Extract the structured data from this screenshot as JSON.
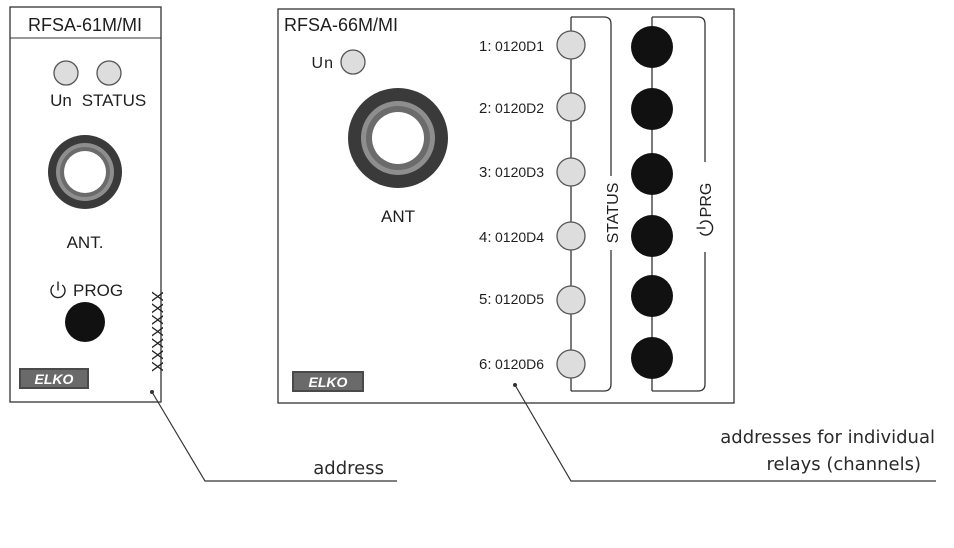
{
  "left_module": {
    "title": "RFSA-61M/MI",
    "led_un_label": "Un",
    "led_status_label": "STATUS",
    "antenna_label": "ANT.",
    "prog_label": "PROG",
    "power_icon": "power-icon",
    "address_code": "XXXXXXX",
    "brand": "ELKO"
  },
  "right_module": {
    "title": "RFSA-66M/MI",
    "led_un_label": "Un",
    "antenna_label": "ANT",
    "status_label": "STATUS",
    "prog_label": "PRG",
    "power_icon": "power-icon",
    "brand": "ELKO",
    "channels": [
      {
        "num": "1:",
        "address": "0120D1"
      },
      {
        "num": "2:",
        "address": "0120D2"
      },
      {
        "num": "3:",
        "address": "0120D3"
      },
      {
        "num": "4:",
        "address": "0120D4"
      },
      {
        "num": "5:",
        "address": "0120D5"
      },
      {
        "num": "6:",
        "address": "0120D6"
      }
    ]
  },
  "callouts": {
    "left": "address",
    "right_line1": "addresses for individual",
    "right_line2": "relays (channels)"
  },
  "colors": {
    "led_off": "#dddddd",
    "button": "#111111",
    "antenna_outer": "#3a3a3a",
    "antenna_ring": "#9a9a9a",
    "frame": "#333333"
  }
}
